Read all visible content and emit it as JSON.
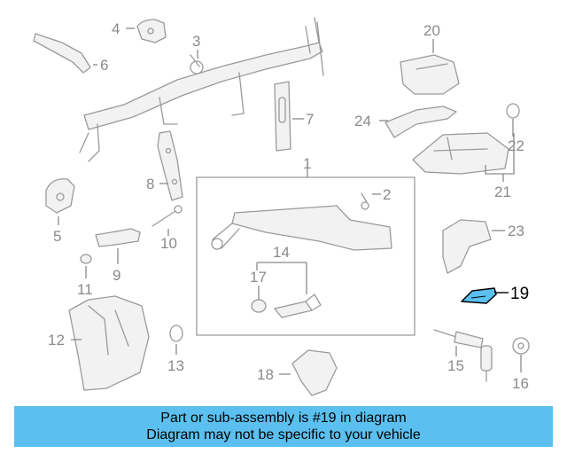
{
  "callouts": [
    "1",
    "2",
    "3",
    "4",
    "5",
    "6",
    "7",
    "8",
    "9",
    "10",
    "11",
    "12",
    "13",
    "14",
    "15",
    "16",
    "17",
    "18",
    "19",
    "20",
    "21",
    "22",
    "23",
    "24"
  ],
  "highlight": {
    "number": "19",
    "color": "#5bc0f0"
  },
  "banner": {
    "line1": "Part or sub-assembly is #19 in diagram",
    "line2": "Diagram may not be specific to your vehicle",
    "color": "#5bc0f0"
  }
}
